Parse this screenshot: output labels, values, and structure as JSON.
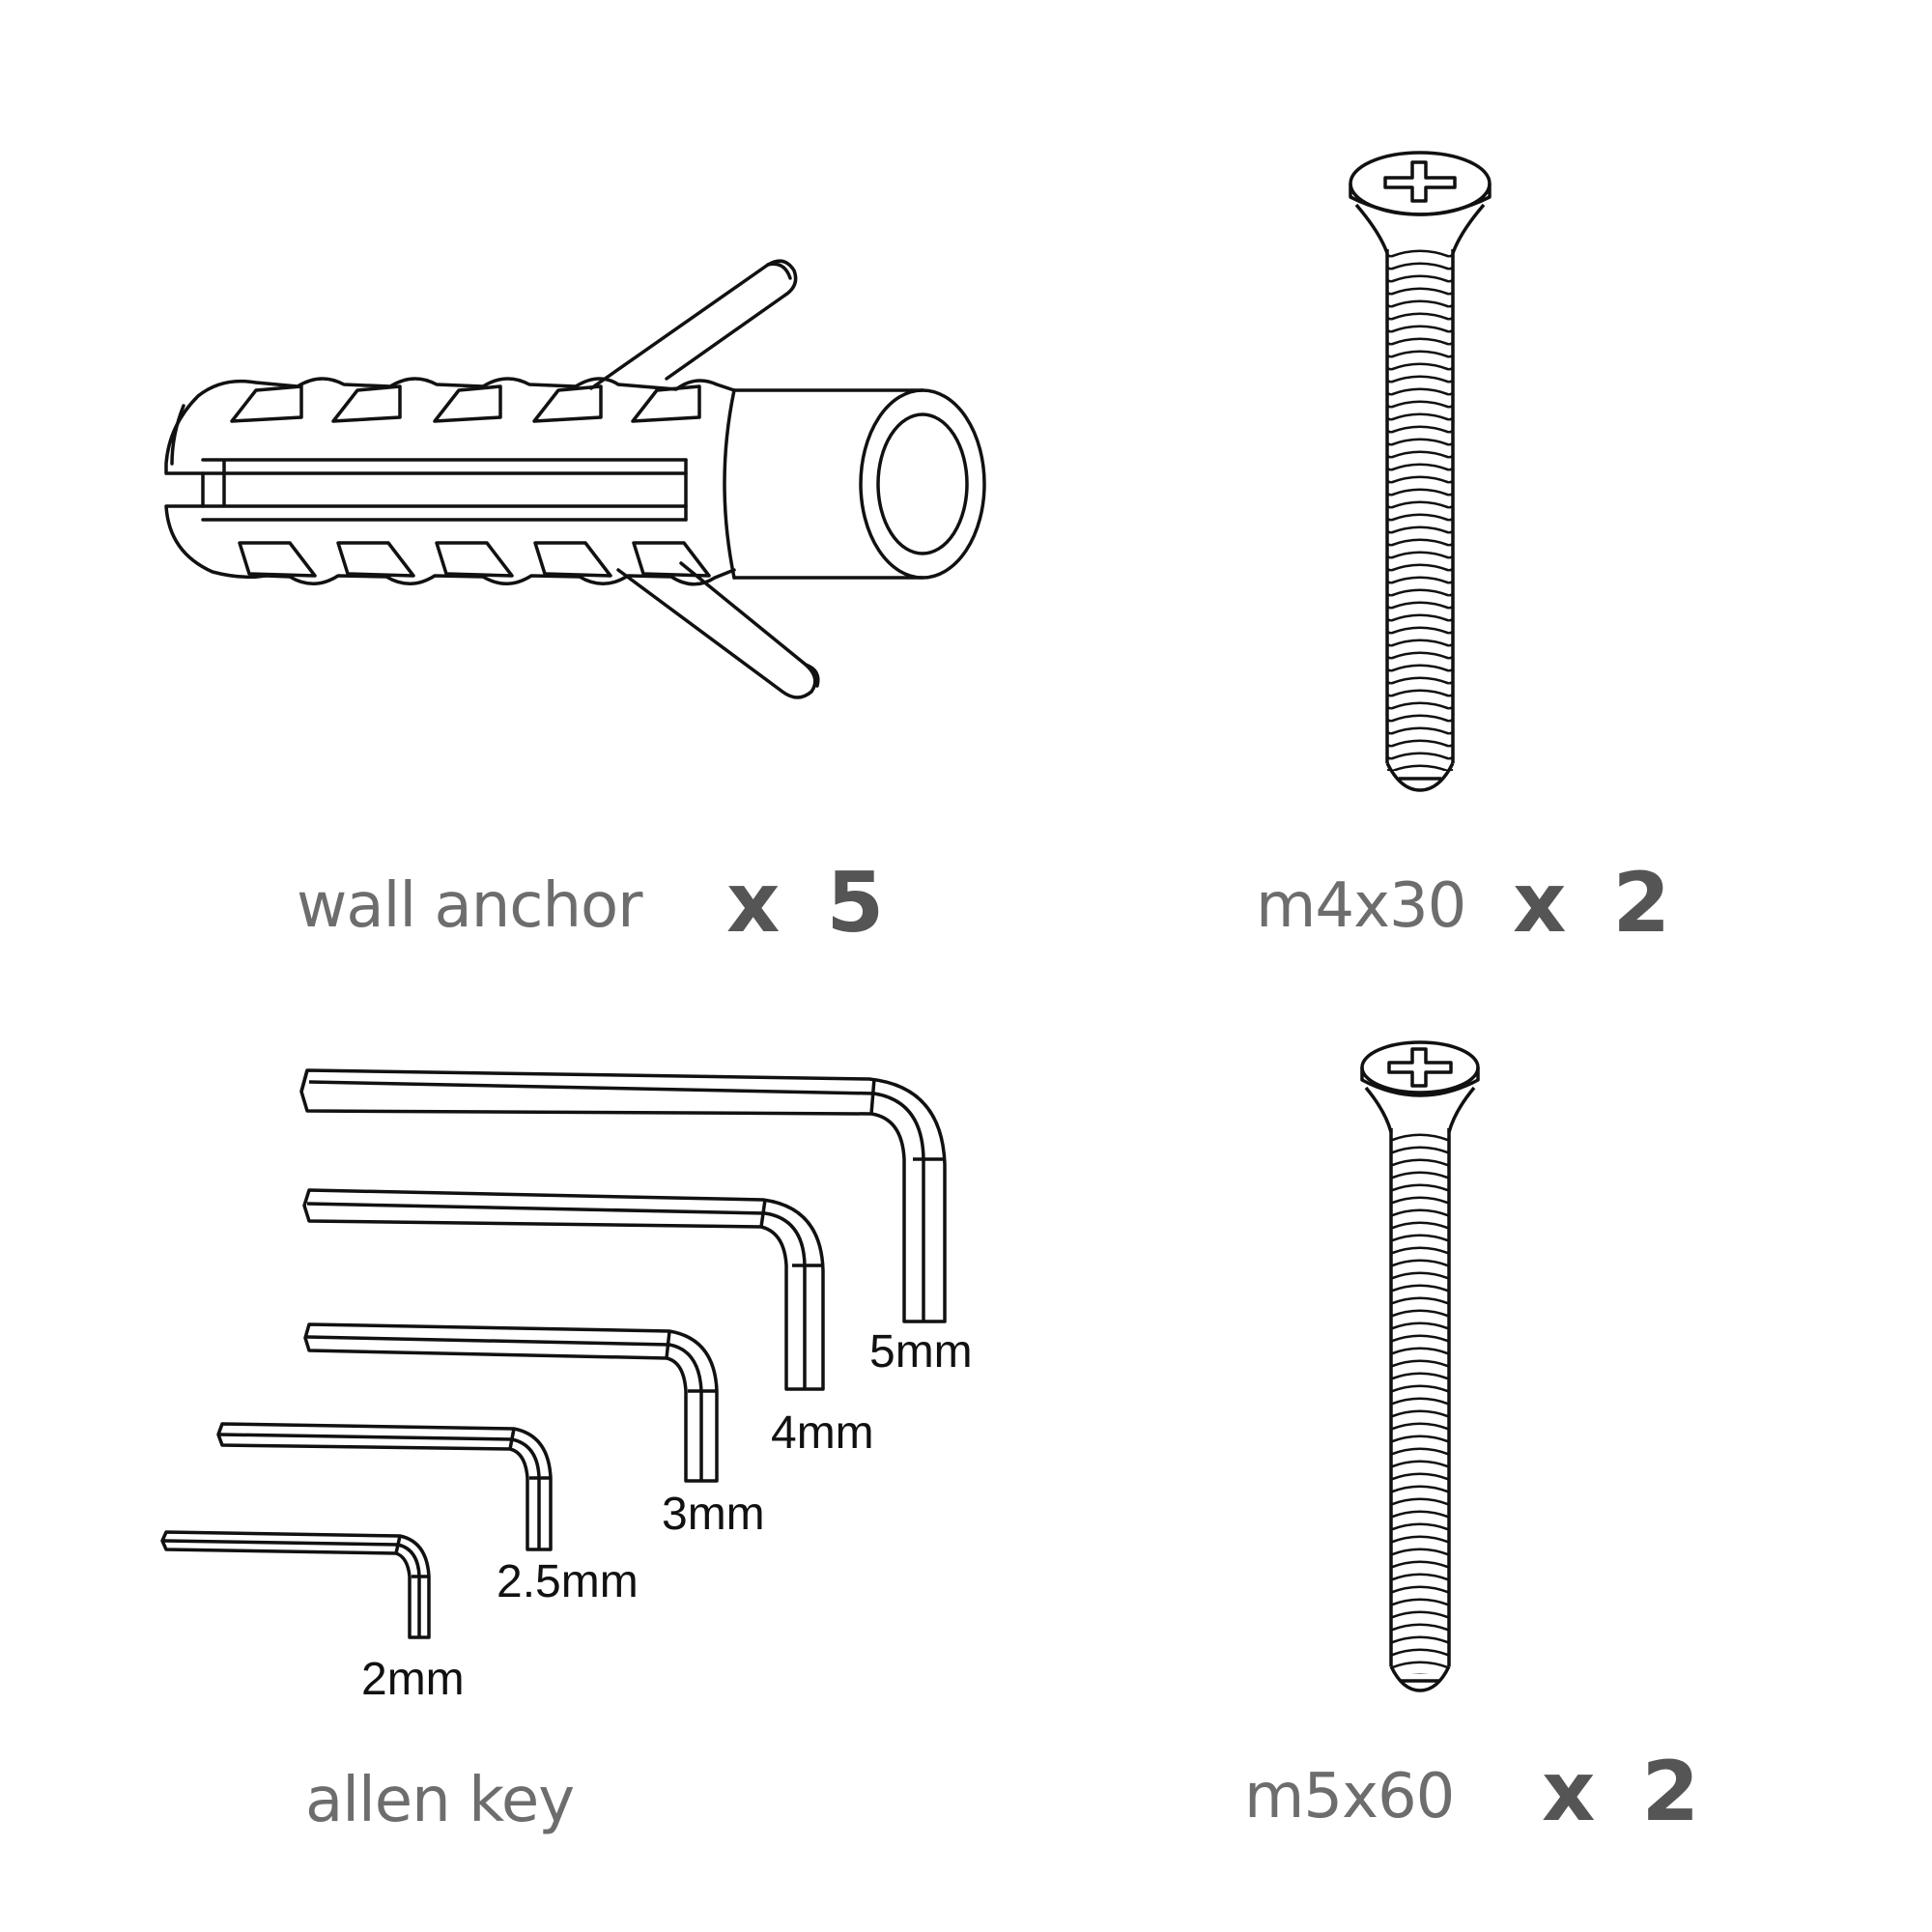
{
  "items": {
    "wall_anchor": {
      "label": "wall anchor",
      "quantity": "x 5"
    },
    "screw_m4x30": {
      "label": "m4x30",
      "quantity": "x 2"
    },
    "screw_m5x60": {
      "label": "m5x60",
      "quantity": "x 2"
    },
    "allen_key": {
      "label": "allen key",
      "sizes": [
        "5mm",
        "4mm",
        "3mm",
        "2.5mm",
        "2mm"
      ]
    }
  },
  "colors": {
    "line": "#111111",
    "label": "#6d6d6d",
    "quantity": "#555555"
  }
}
